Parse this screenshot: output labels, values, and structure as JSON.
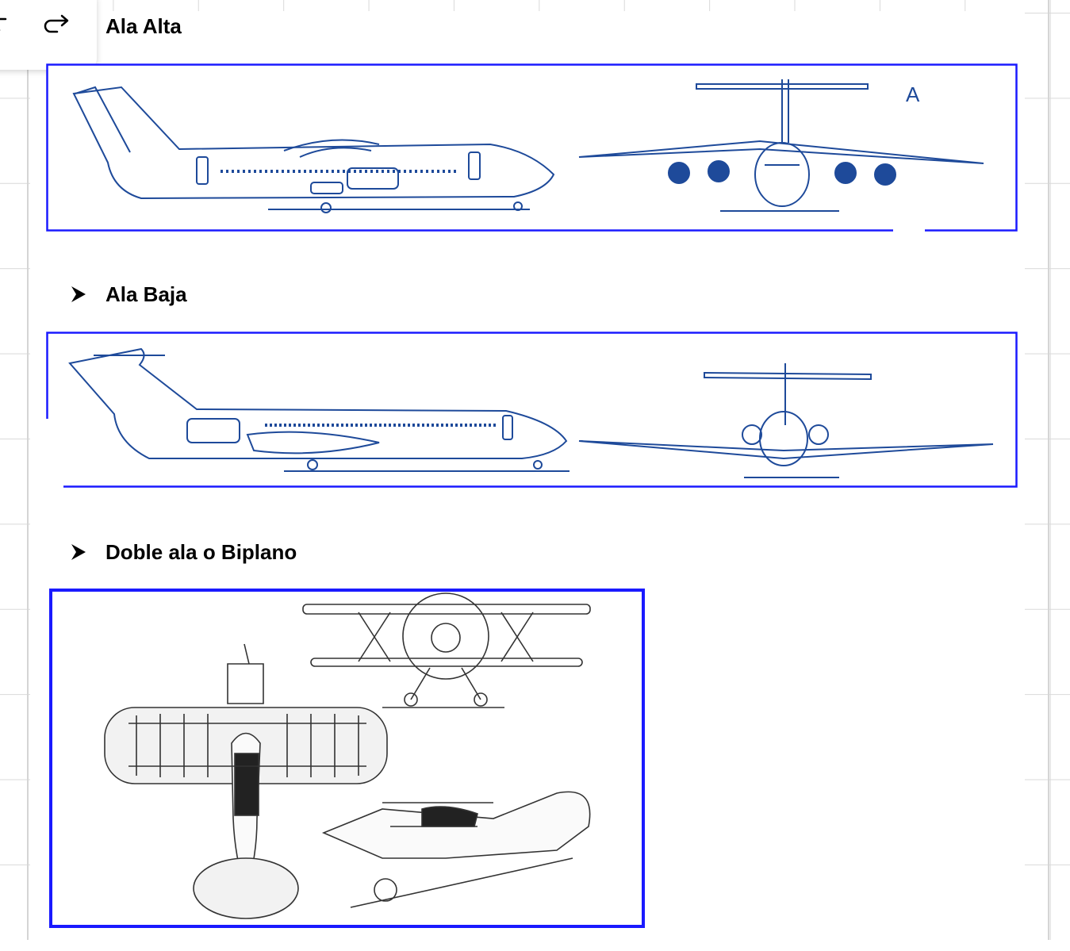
{
  "sections": [
    {
      "title": "Ala Alta"
    },
    {
      "title": "Ala Baja"
    },
    {
      "title": "Doble ala o Biplano"
    }
  ],
  "figure1": {
    "corner_text": "A"
  },
  "colors": {
    "frame": "#1a1aff",
    "drawing": "#1e4a9a",
    "grid": "#d9d9d9"
  },
  "toolbar": {
    "undo_icon": "undo-icon",
    "redo_icon": "redo-icon"
  }
}
